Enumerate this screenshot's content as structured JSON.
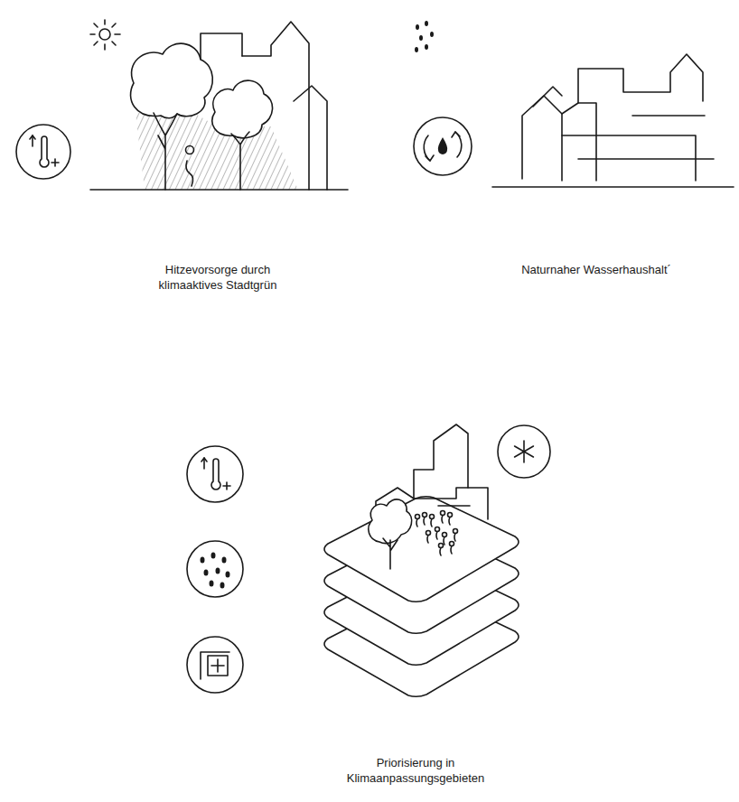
{
  "diagram": {
    "labels": [
      "Hitzevorsorge durch klimaaktives Stadtgrün",
      "Naturnaher Wasserhaushalt´",
      "Priorisierung in Klimaanpassungsgebieten"
    ]
  }
}
